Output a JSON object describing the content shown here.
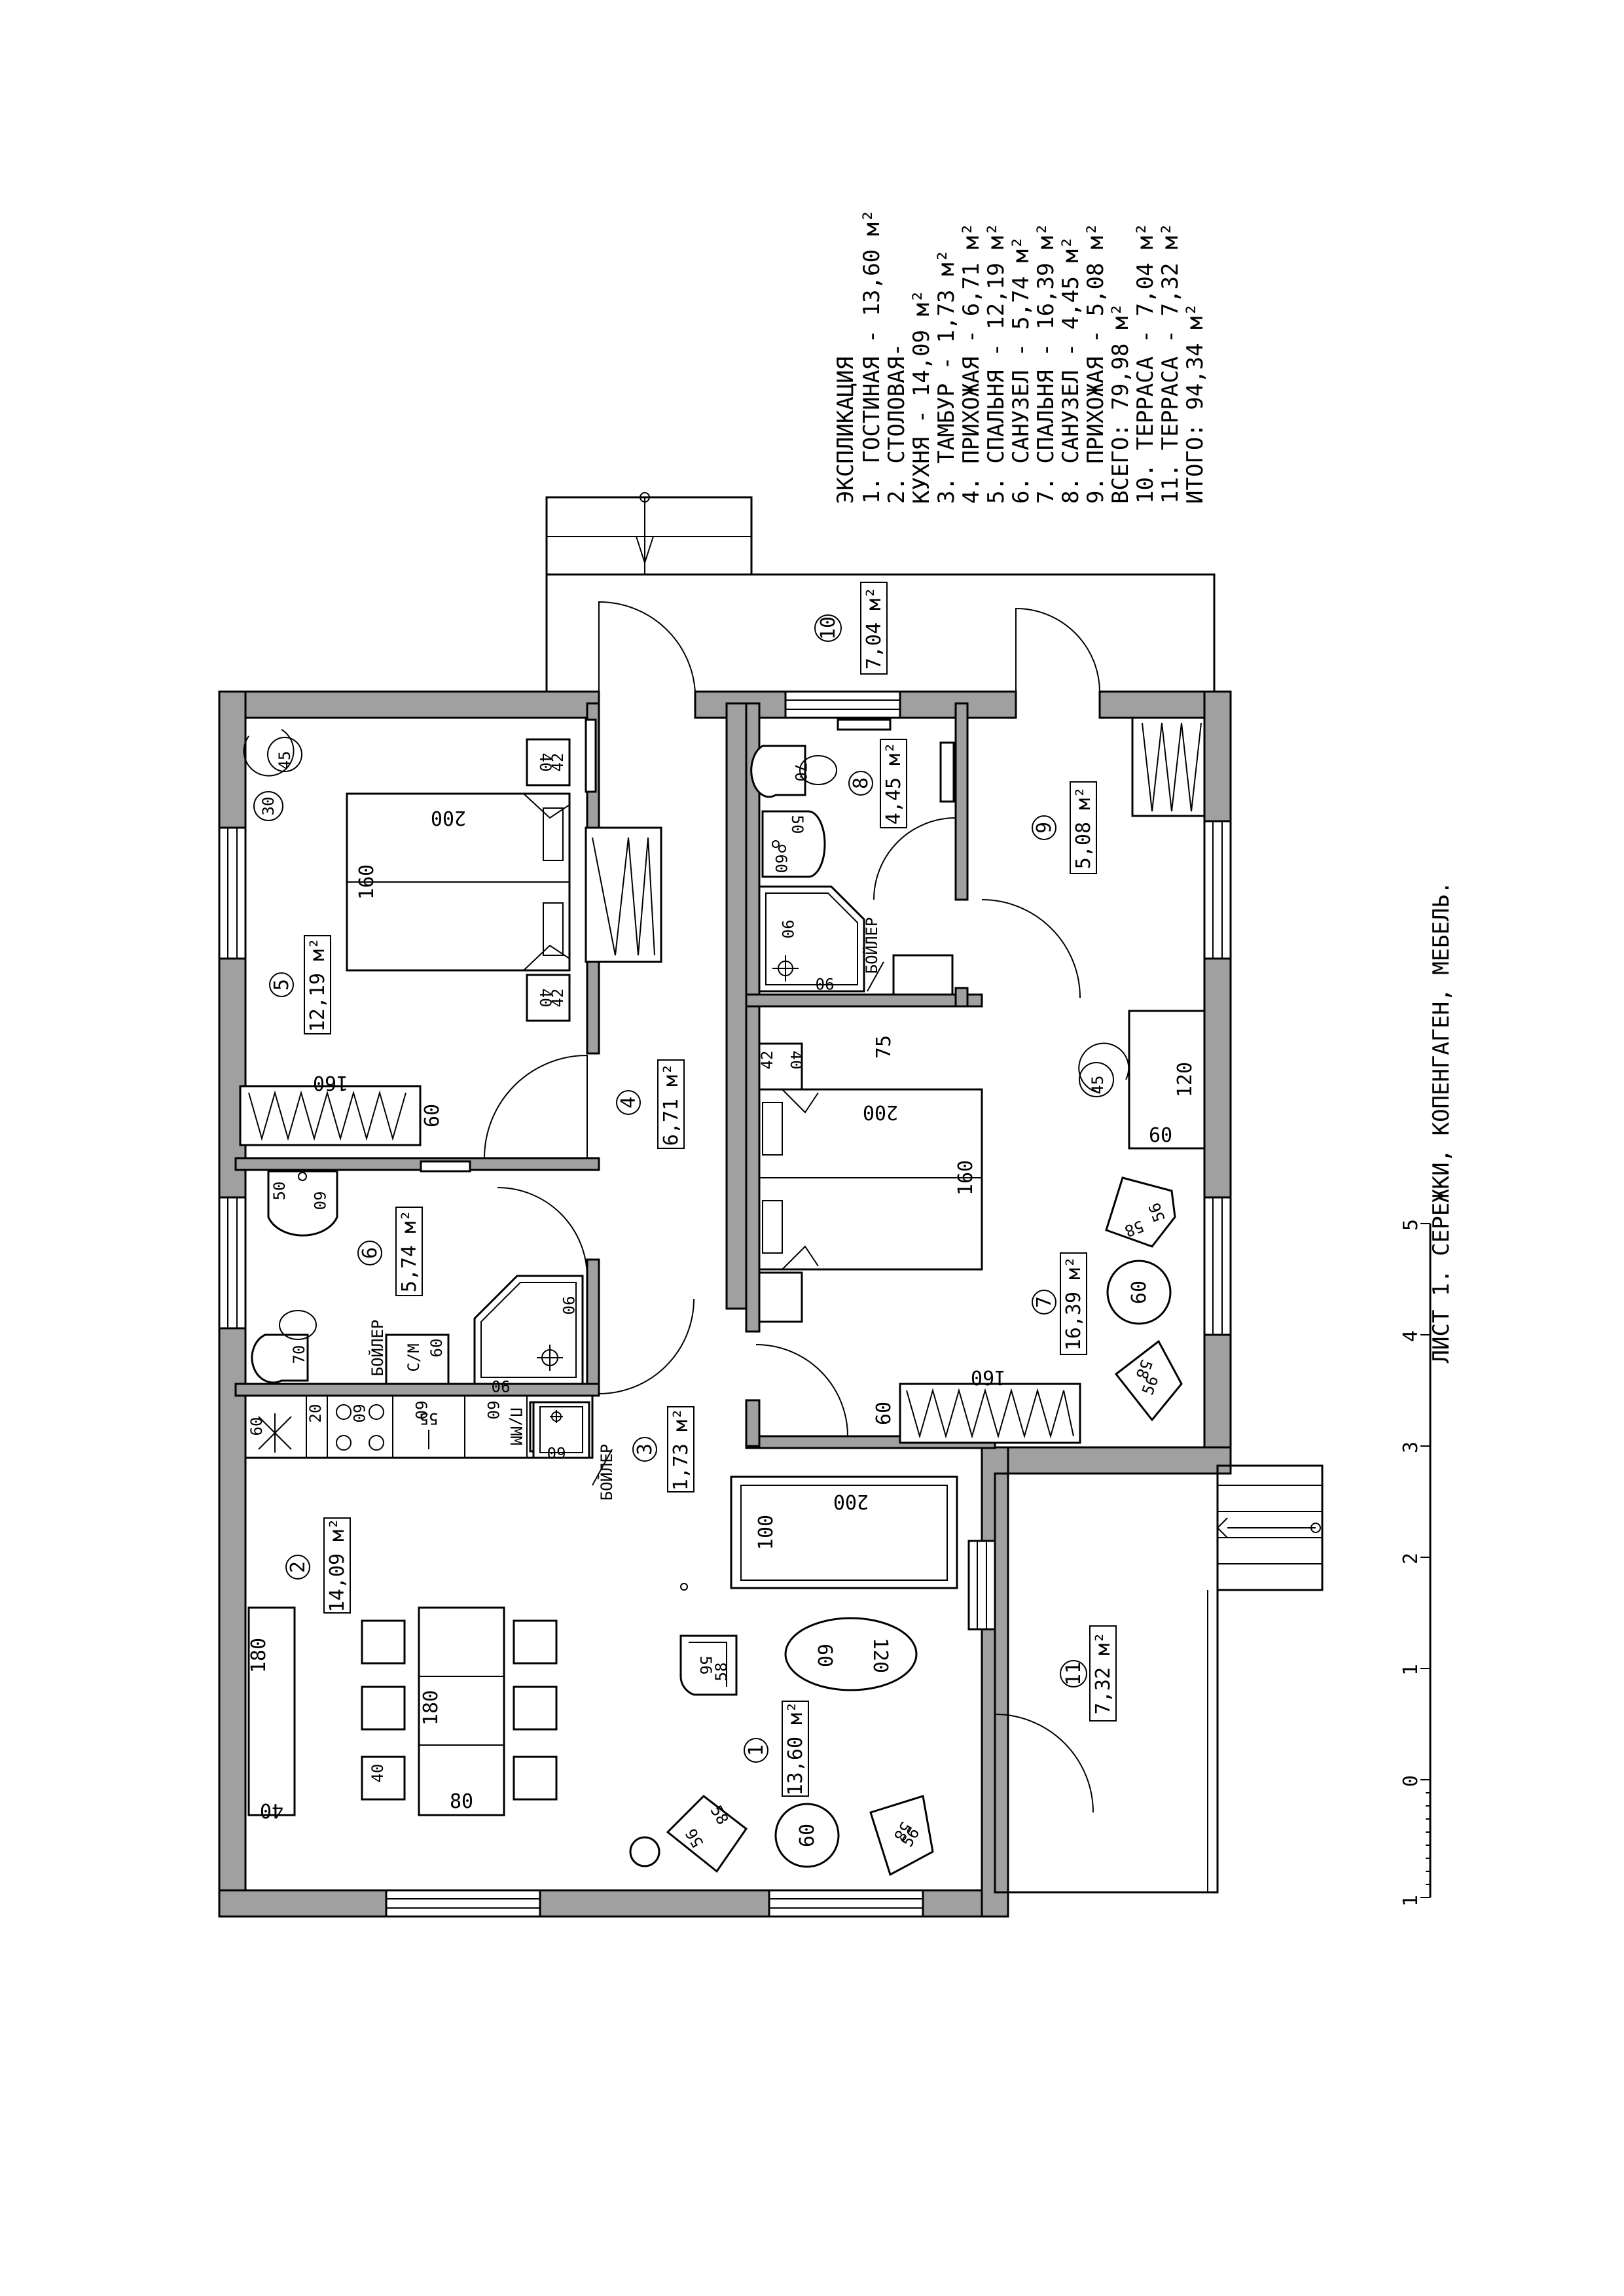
{
  "explication": {
    "title": "ЭКСПЛИКАЦИЯ",
    "lines": [
      "1.  ГОСТИНАЯ  - 13,60 м²",
      "2.  СТОЛОВАЯ-",
      "    КУХНЯ     - 14,09 м²",
      "3.  ТАМБУР     - 1,73 м²",
      "4.  ПРИХОЖАЯ   - 6,71 м²",
      "5.  СПАЛЬНЯ   - 12,19 м²",
      "6.  САНУЗЕЛ    - 5,74 м²",
      "7.  СПАЛЬНЯ   - 16,39 м²",
      "8.  САНУЗЕЛ    - 4,45 м²",
      "9.  ПРИХОЖАЯ   - 5,08 м²",
      "ВСЕГО: 79,98 м²",
      "10.  ТЕРРАСА   - 7,04 м²",
      "11.  ТЕРРАСА   - 7,32 м²",
      "ИТОГО: 94,34 м²"
    ]
  },
  "sheet_title": "ЛИСТ 1. СЕРЕЖКИ, КОПЕНГАГЕН, МЕБЕЛЬ.",
  "scale_labels": [
    "1",
    "0",
    "1",
    "2",
    "3",
    "4",
    "5"
  ],
  "rooms": [
    {
      "num": "1",
      "area": "13,60 м²"
    },
    {
      "num": "2",
      "area": "14,09 м²"
    },
    {
      "num": "3",
      "area": "1,73 м²"
    },
    {
      "num": "4",
      "area": "6,71 м²"
    },
    {
      "num": "5",
      "area": "12,19 м²"
    },
    {
      "num": "6",
      "area": "5,74 м²"
    },
    {
      "num": "7",
      "area": "16,39 м²"
    },
    {
      "num": "8",
      "area": "4,45 м²"
    },
    {
      "num": "9",
      "area": "5,08 м²"
    },
    {
      "num": "10",
      "area": "7,04 м²"
    },
    {
      "num": "11",
      "area": "7,32 м²"
    }
  ],
  "labels": {
    "boiler": "БОЙЛЕР",
    "washer": "С/М",
    "dishwasher": "П/ММ",
    "n20": "20",
    "n30": "30",
    "n40": "40",
    "n42": "42",
    "n45": "45",
    "n50": "50",
    "n55": "55",
    "n56": "56",
    "n58": "58",
    "n60": "60",
    "n70": "70",
    "n75": "75",
    "n80": "80",
    "n90": "90",
    "n100": "100",
    "n120": "120",
    "n160": "160",
    "n180": "180",
    "n200": "200"
  }
}
